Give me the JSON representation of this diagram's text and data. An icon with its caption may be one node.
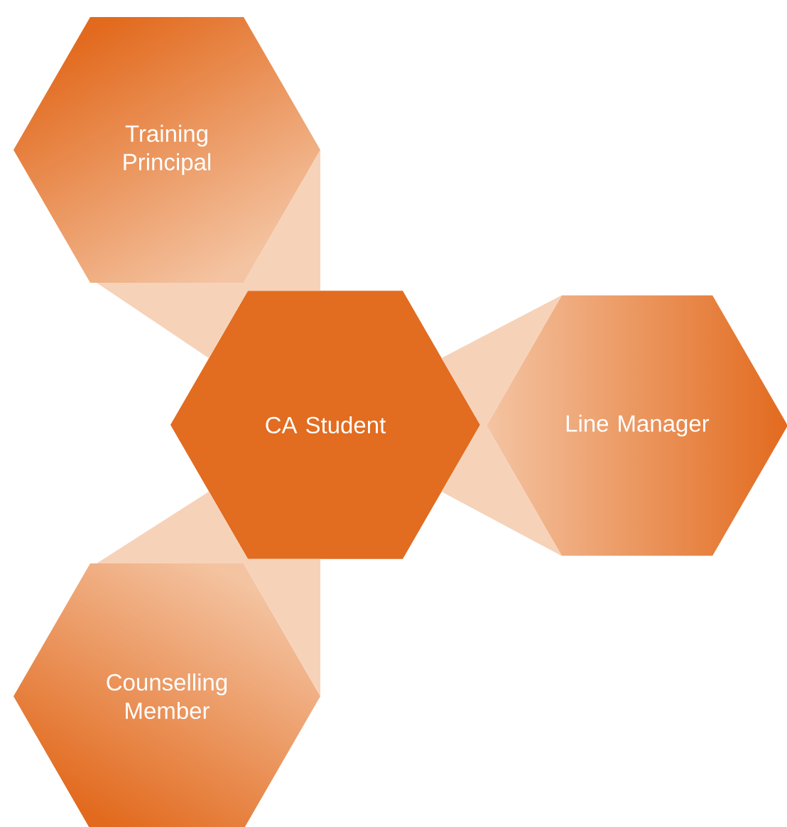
{
  "diagram": {
    "nodes": [
      {
        "text": [
          "Training Principal"
        ]
      },
      {
        "text": [
          "CA Student"
        ]
      },
      {
        "text": [
          "Line Manager"
        ]
      },
      {
        "text": [
          "Counselling Member"
        ]
      }
    ],
    "edges": [
      {
        "from": 1,
        "to": 0,
        "arrow": "none"
      },
      {
        "from": 1,
        "to": 2,
        "arrow": "none"
      },
      {
        "from": 1,
        "to": 3,
        "arrow": "none"
      }
    ]
  }
}
